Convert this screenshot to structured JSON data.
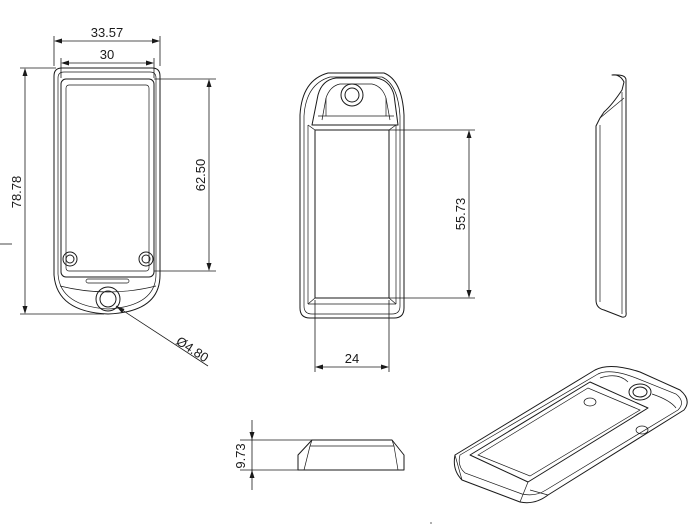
{
  "dimensions": {
    "outer_width": "33.57",
    "inner_width": "30",
    "overall_height": "78.78",
    "screen_height": "62.50",
    "hole_diameter": "Ø4.80",
    "window_height": "55.73",
    "window_width": "24",
    "thickness": "9.73"
  }
}
